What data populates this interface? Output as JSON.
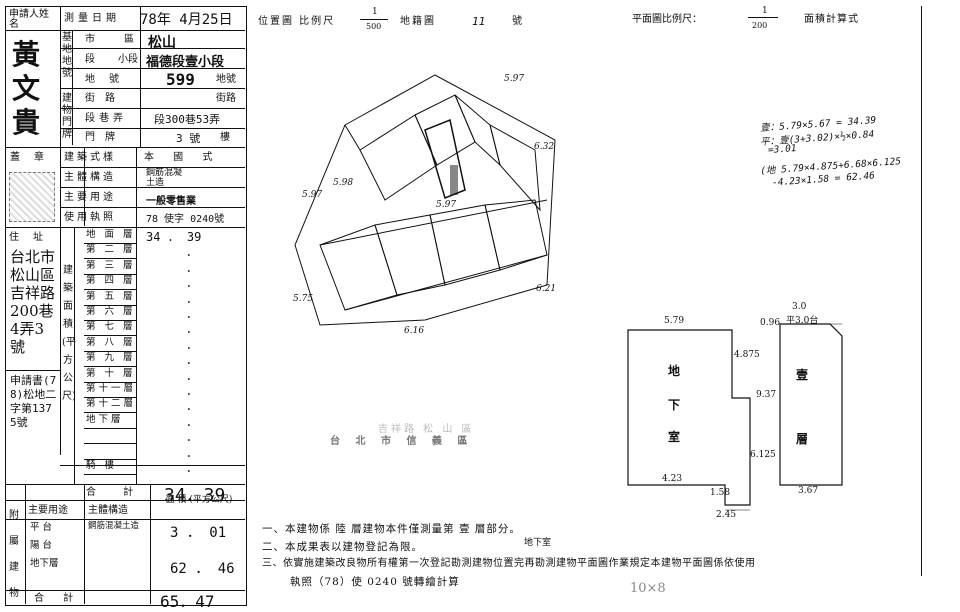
{
  "form": {
    "applicant_label": "申請人姓名",
    "applicant_name": "黃文貴",
    "survey_date_label": "測量日期",
    "survey_date": "78年 4月25日",
    "base_label": "基地地號",
    "city_label": "市",
    "district_label": "區",
    "district": "松山",
    "section_label": "段",
    "subsection_label": "小段",
    "section": "福德段壹小段",
    "lot_label": "地號",
    "lot_suffix": "地號",
    "lot_no": "599",
    "bldg_label": "建物門牌",
    "street_label": "街路",
    "street_suffix": "街路",
    "lane_label": "段巷弄",
    "lane_value": "段300巷53弄",
    "number_label": "門牌",
    "number_value": "3 號",
    "number_suffix": "樓",
    "seal_label": "蓋章",
    "style_label": "建築式樣",
    "style_value": "本 國 式",
    "structure_label": "主體構造",
    "structure_value": "鋼筋混凝土造",
    "use_label": "主要用途",
    "use_value": "一般零售業",
    "permit_label": "使用執照",
    "permit_value": "78 使字 0240號",
    "address_label": "住址",
    "address_value": "台北市松山區吉祥路200巷4弄3號",
    "app_no_label": "申請書(78)松地二字第1375號",
    "floor_area_heading": "建築面積(平方公尺)",
    "total_label": "合 計",
    "total_value": "34．39",
    "annex_heading": "附屬建物",
    "annex_use_label": "主要用途",
    "annex_struct_label": "主體構造",
    "annex_area_label": "面 積 (平方公尺)",
    "annex_total_label": "合 計",
    "annex_total": "65．47"
  },
  "floors": [
    {
      "label": "地 面 層",
      "value": "34 ． 39"
    },
    {
      "label": "第 二 層",
      "value": "．"
    },
    {
      "label": "第 三 層",
      "value": "．"
    },
    {
      "label": "第 四 層",
      "value": "．"
    },
    {
      "label": "第 五 層",
      "value": "．"
    },
    {
      "label": "第 六 層",
      "value": "．"
    },
    {
      "label": "第 七 層",
      "value": "．"
    },
    {
      "label": "第 八 層",
      "value": "．"
    },
    {
      "label": "第 九 層",
      "value": "．"
    },
    {
      "label": "第 十 層",
      "value": "．"
    },
    {
      "label": "第十一層",
      "value": "．"
    },
    {
      "label": "第十二層",
      "value": "．"
    },
    {
      "label": "地下層",
      "value": "．"
    },
    {
      "label": "",
      "value": "．"
    },
    {
      "label": "",
      "value": "．"
    },
    {
      "label": "騎 樓",
      "value": "．"
    }
  ],
  "annex_rows": [
    {
      "use": "平 台",
      "struct": "鋼筋混凝土造",
      "area": "3 ． 01"
    },
    {
      "use": "陽 台",
      "struct": "",
      "area": ""
    },
    {
      "use": "地下層",
      "struct": "",
      "area": "62 ． 46"
    }
  ],
  "plan": {
    "location_label": "位置圖 比例尺",
    "location_scale_num": "1",
    "location_scale_den": "500",
    "map_label": "地籍圖",
    "map_no": "11",
    "map_no_suffix": "號",
    "floor_plan_label": "平面圖比例尺：",
    "floor_scale_num": "1",
    "floor_scale_den": "200",
    "area_calc_label": "面積計算式",
    "calc_lines": [
      "壹：5.79×5.67 = 34.39",
      "平：壹(3+3.02)×½×0.84",
      "=3.01",
      "(地 5.79×4.875+6.68×6.125",
      "-4.23×1.58 = 62.46"
    ],
    "site_dims": [
      "5.97",
      "6.32",
      "5.97",
      "5.98",
      "5.97",
      "5.75",
      "6.16",
      "6.21"
    ],
    "basement_title": [
      "地",
      "下",
      "室"
    ],
    "first_floor_title": [
      "壹",
      "層"
    ],
    "plan_dims": [
      "5.79",
      "4.875",
      "6.125",
      "4.23",
      "1.58",
      "2.45",
      "9.37",
      "0.96",
      "平3.0台",
      "3.0",
      "3.67"
    ],
    "faint_label": "吉祥路 松 山 區",
    "faint_label2": "台 北 市 信 義 區",
    "notes": [
      "一、本建物係 陸 層建物本件僅測量第 壹 層部分。",
      "二、本成果表以建物登記為限。",
      "三、依實施建築改良物所有權第一次登記勘測建物位置完再勘測建物平面圖作業規定本建物平面圖係依使用",
      "執照（78）使 0240 號轉繪計算"
    ],
    "note_extra": "地下室",
    "stamp_text": "10×8"
  }
}
